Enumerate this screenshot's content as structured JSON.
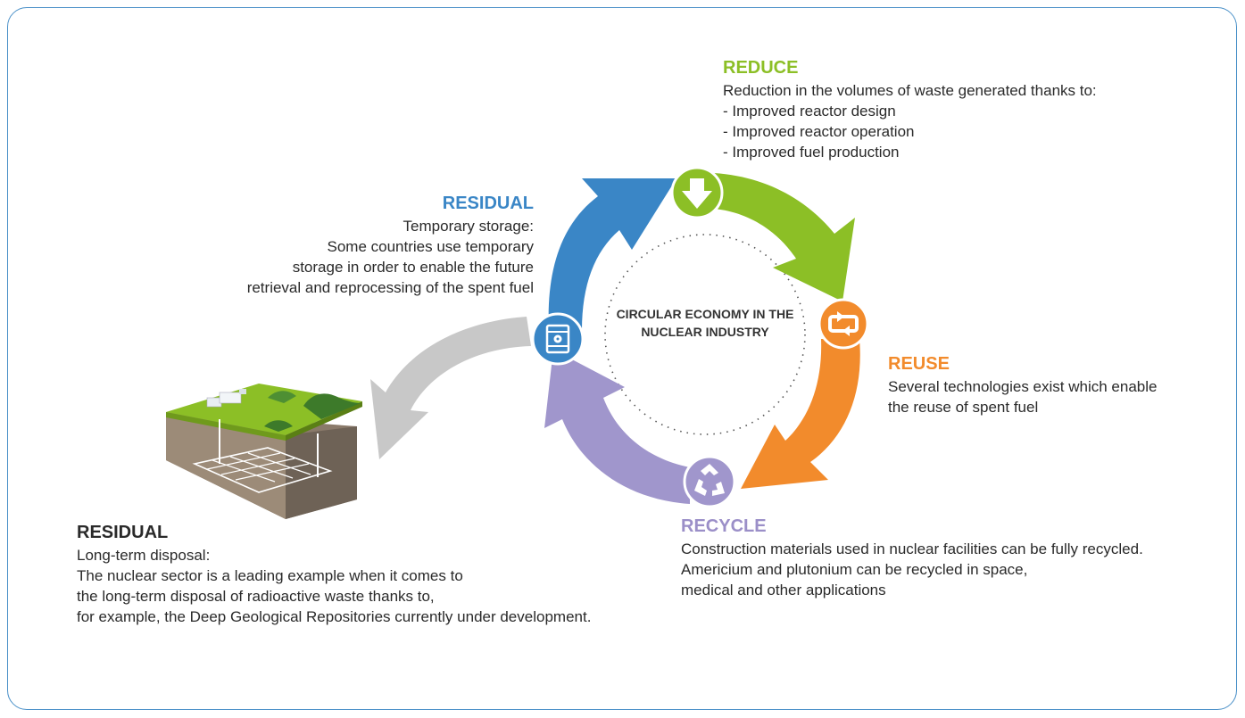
{
  "center": {
    "lines": [
      "CIRCULAR ECONOMY",
      "IN THE",
      "NUCLEAR INDUSTRY"
    ]
  },
  "reduce": {
    "title": "REDUCE",
    "lines": [
      "Reduction in the volumes of waste generated thanks to:",
      "- Improved reactor design",
      "- Improved reactor operation",
      "- Improved fuel production"
    ],
    "color": "#8cbf26",
    "icon": "down-arrow-icon"
  },
  "residual_temp": {
    "title": "RESIDUAL",
    "lines": [
      "Temporary storage:",
      "Some countries use temporary",
      "storage in order to enable the future",
      "retrieval and reprocessing of the spent fuel"
    ],
    "color": "#3a86c6",
    "icon": "radioactive-barrel-icon"
  },
  "reuse": {
    "title": "REUSE",
    "lines": [
      "Several technologies exist which enable",
      "the reuse of spent fuel"
    ],
    "color": "#f28b2c",
    "icon": "loop-arrows-icon"
  },
  "recycle": {
    "title": "RECYCLE",
    "lines": [
      "Construction materials used in nuclear facilities can be fully recycled.",
      "Americium and plutonium can be recycled in space,",
      "medical and other applications"
    ],
    "color": "#9b8fc8",
    "icon": "recycle-icon"
  },
  "residual_long": {
    "title": "RESIDUAL",
    "lines": [
      "Long-term disposal:",
      "The nuclear sector is a leading example when it comes to",
      "the long-term disposal of radioactive waste thanks to,",
      "for example, the Deep Geological Repositories currently under development."
    ],
    "color": "#2a2a2a",
    "icon": "geological-repository-illustration"
  },
  "colors": {
    "frame": "#4a90c8",
    "disposal_arrow": "#c8c8c8"
  }
}
